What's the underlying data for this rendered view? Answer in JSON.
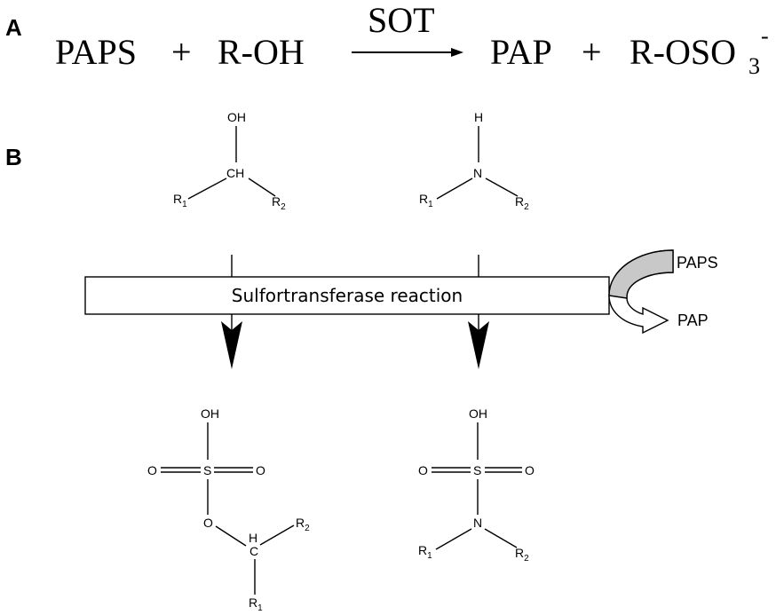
{
  "panel_a": {
    "label": "A",
    "reactant1": "PAPS",
    "plus1": "+",
    "reactant2": "R-OH",
    "enzyme": "SOT",
    "product1": "PAP",
    "plus2": "+",
    "product2": "R-OSO",
    "product2_subscript": "3",
    "product2_charge": "-"
  },
  "panel_b": {
    "label": "B",
    "top_left": {
      "oh": "OH",
      "ch": "CH",
      "r1": "R",
      "r1_sub": "1",
      "r2": "R",
      "r2_sub": "2"
    },
    "top_right": {
      "h": "H",
      "n": "N",
      "r1": "R",
      "r1_sub": "1",
      "r2": "R",
      "r2_sub": "2"
    },
    "reaction_box": "Sulfortransferase reaction",
    "cofactor_in": "PAPS",
    "cofactor_out": "PAP",
    "bottom_left": {
      "oh": "OH",
      "o_left": "O",
      "s": "S",
      "o_right": "O",
      "o_ester": "O",
      "h": "H",
      "c": "C",
      "r2": "R",
      "r2_sub": "2",
      "r1": "R",
      "r1_sub": "1"
    },
    "bottom_right": {
      "oh": "OH",
      "o_left": "O",
      "s": "S",
      "o_right": "O",
      "n": "N",
      "r1": "R",
      "r1_sub": "1",
      "r2": "R",
      "r2_sub": "2"
    }
  }
}
